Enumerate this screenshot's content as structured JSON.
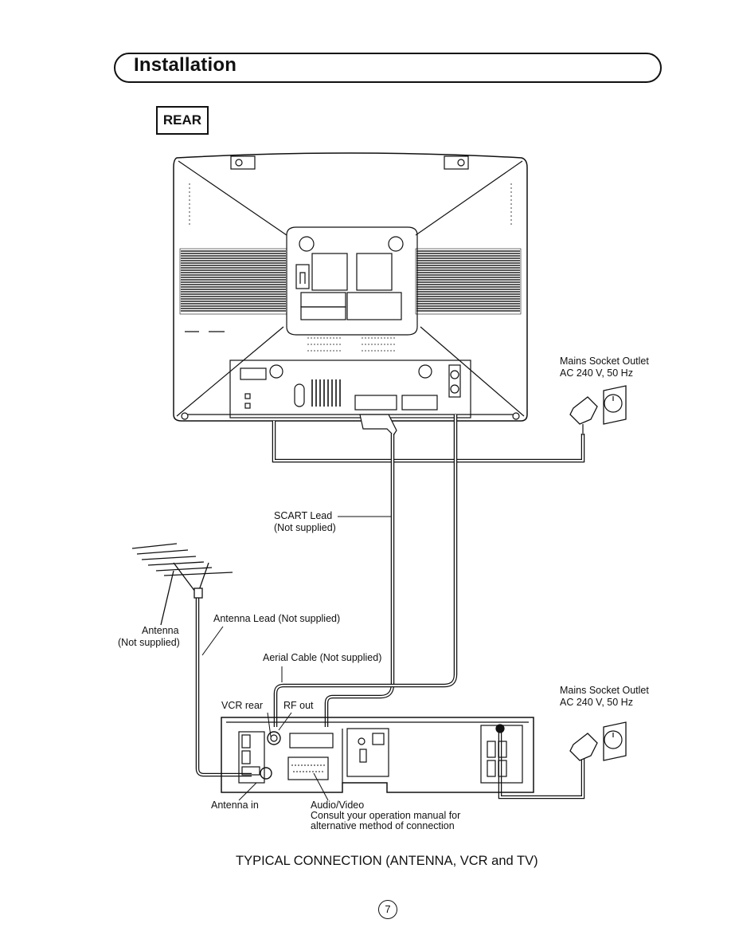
{
  "header": {
    "title": "Installation"
  },
  "section_label": "REAR",
  "labels": {
    "mains_top_line1": "Mains Socket Outlet",
    "mains_top_line2": "AC 240 V, 50 Hz",
    "scart_line1": "SCART Lead",
    "scart_line2": "(Not supplied)",
    "antenna_line1": "Antenna",
    "antenna_line2": "(Not supplied)",
    "antenna_lead": "Antenna Lead (Not supplied)",
    "aerial_cable": "Aerial Cable (Not supplied)",
    "vcr_rear": "VCR rear",
    "rf_out": "RF out",
    "mains_bottom_line1": "Mains Socket Outlet",
    "mains_bottom_line2": "AC 240 V, 50 Hz",
    "antenna_in": "Antenna in",
    "audio_video_line1": "Audio/Video",
    "audio_video_line2": "Consult your operation manual for",
    "audio_video_line3": "alternative method of connection"
  },
  "caption": "TYPICAL CONNECTION (ANTENNA, VCR and TV)",
  "page_number": "7"
}
